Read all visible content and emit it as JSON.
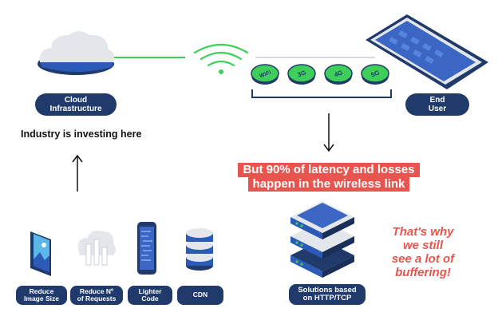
{
  "colors": {
    "navy": "#1f3a6b",
    "green": "#3ecf5a",
    "coral": "#e8554e",
    "blue": "#3b66c4"
  },
  "cloud": {
    "label": "Cloud\nInfrastructure"
  },
  "end_user": {
    "label": "End\nUser"
  },
  "networks": [
    "WiFi",
    "3G",
    "4G",
    "5G"
  ],
  "industry_note": "Industry is investing here",
  "latency_banner": [
    "But 90% of latency and losses",
    "happen in the wireless link"
  ],
  "optimizations": [
    {
      "label": "Reduce\nImage Size",
      "icon": "image-icon"
    },
    {
      "label": "Reduce Nº\nof Requests",
      "icon": "cloud-bars-icon"
    },
    {
      "label": "Lighter\nCode",
      "icon": "phone-code-icon"
    },
    {
      "label": "CDN",
      "icon": "database-icon"
    }
  ],
  "server": {
    "label": "Solutions based\non HTTP/TCP",
    "icon": "server-stack-icon"
  },
  "why_text": [
    "That's why",
    "we still",
    "see a lot of",
    "buffering!"
  ]
}
